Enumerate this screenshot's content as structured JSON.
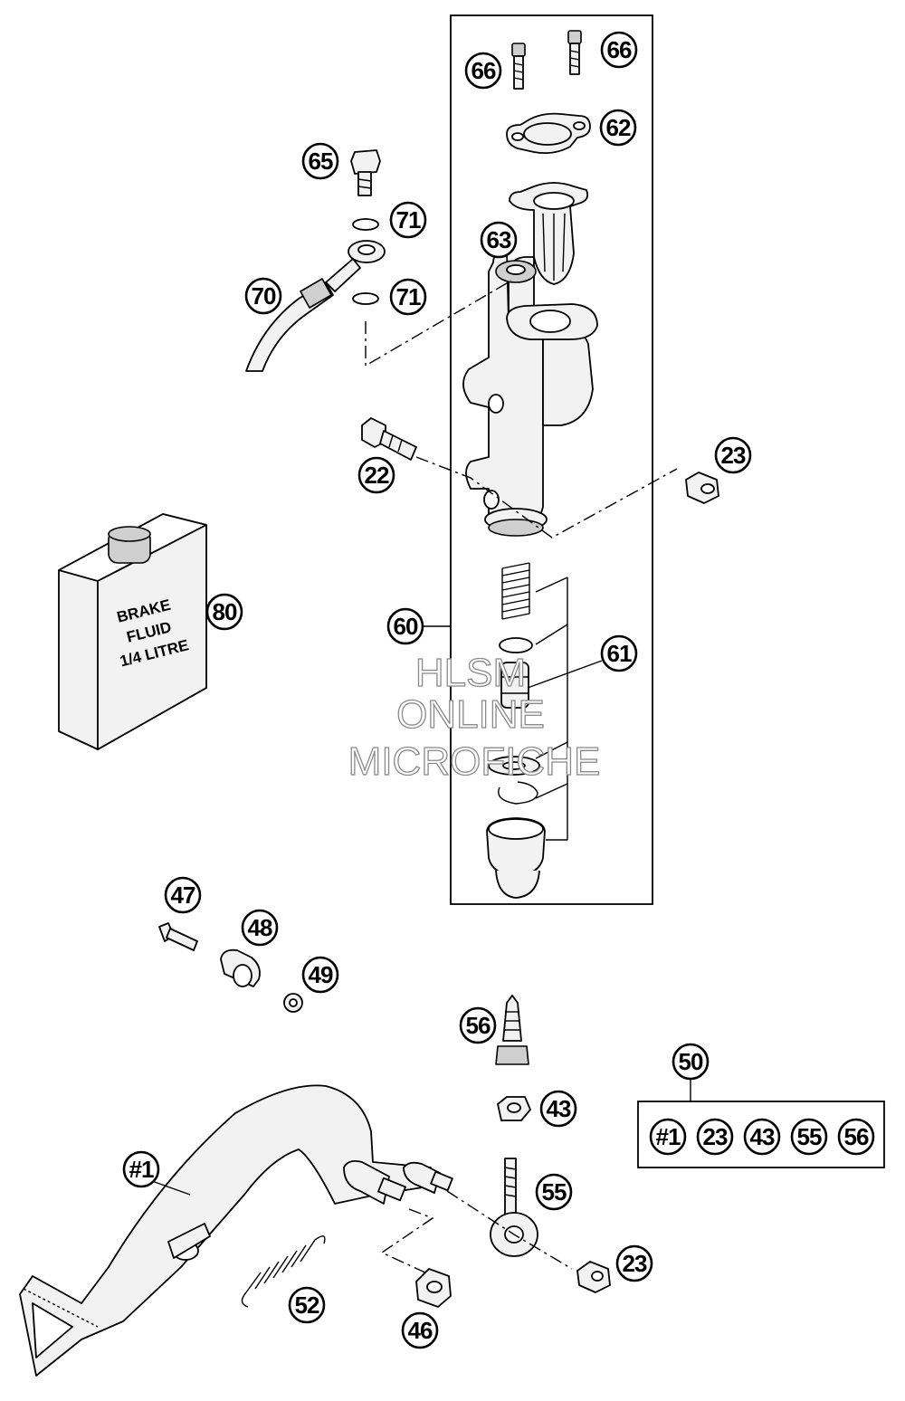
{
  "watermark": {
    "line1": "HLSM",
    "line2": "ONLINE",
    "line3": "MICROFICHE"
  },
  "fluid_container": {
    "line1": "BRAKE",
    "line2": "FLUID",
    "line3": "1/4 LITRE"
  },
  "callouts": {
    "c66a": "66",
    "c66b": "66",
    "c62": "62",
    "c65": "65",
    "c71a": "71",
    "c63": "63",
    "c70": "70",
    "c71b": "71",
    "c22": "22",
    "c23a": "23",
    "c80": "80",
    "c60": "60",
    "c61": "61",
    "c47": "47",
    "c48": "48",
    "c49": "49",
    "c56": "56",
    "c50": "50",
    "c43": "43",
    "c1": "#1",
    "c55": "55",
    "c23b": "23",
    "c52": "52",
    "c46": "46"
  },
  "kit_contents": [
    "#1",
    "23",
    "43",
    "55",
    "56"
  ]
}
